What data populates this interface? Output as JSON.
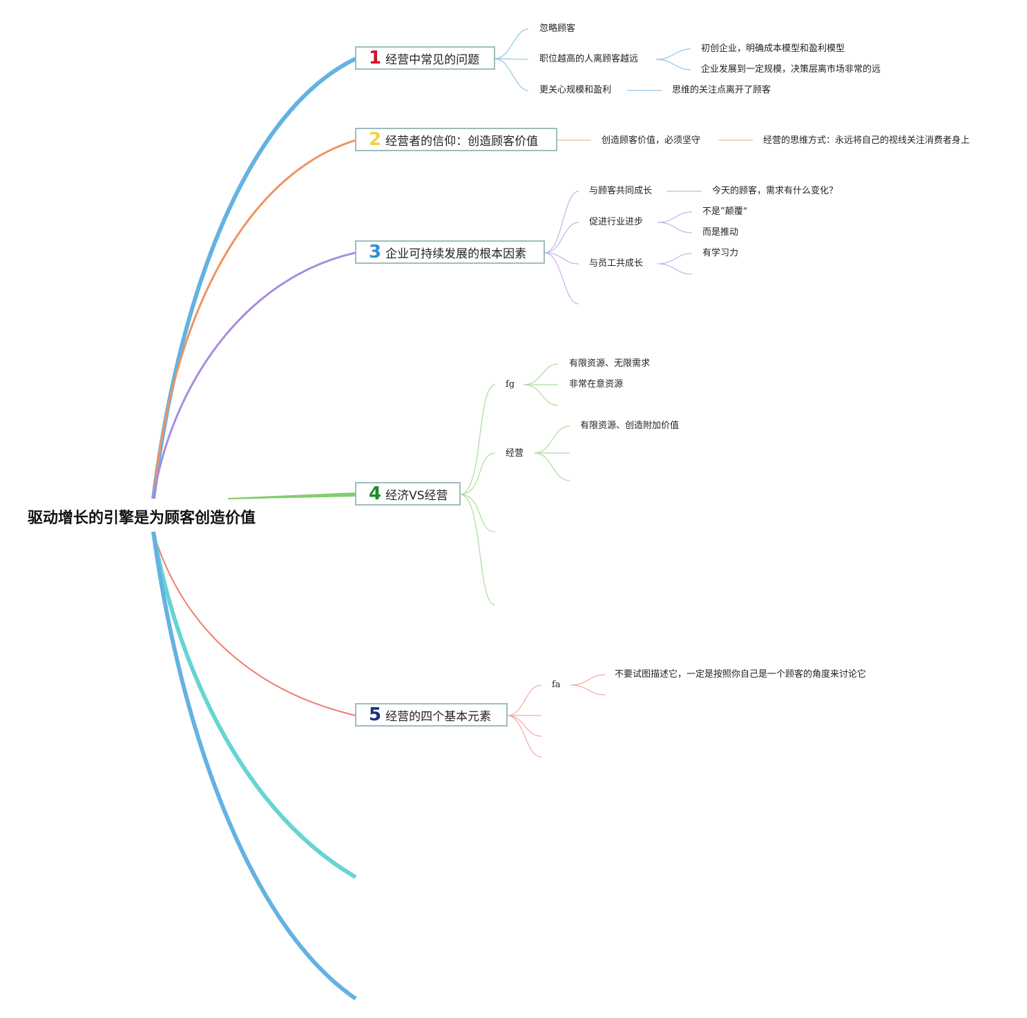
{
  "root": {
    "label": "驱动增长的引擎是为顾客创造价值"
  },
  "colors": {
    "t1": "#64b2e1",
    "t2": "#f0925f",
    "t3": "#a78be0",
    "t4": "#82cd6e",
    "t5": "#ee7b72",
    "t6": "#67d4d4",
    "t7": "#64b2e1"
  },
  "topics": [
    {
      "num": "1",
      "num_color": "#d0142c",
      "label": "经营中常见的问题",
      "children": [
        {
          "label": "忽略顾客"
        },
        {
          "label": "职位越高的人离顾客越远",
          "children": [
            {
              "label": "初创企业，明确成本模型和盈利模型"
            },
            {
              "label": "企业发展到一定规模，决策层离市场非常的远"
            }
          ]
        },
        {
          "label": "更关心规模和盈利",
          "children": [
            {
              "label": "思维的关注点离开了顾客"
            }
          ]
        }
      ]
    },
    {
      "num": "2",
      "num_color": "#f2d046",
      "label": "经营者的信仰：创造顾客价值",
      "children": [
        {
          "label": "创造顾客价值，必须坚守",
          "children": [
            {
              "label": "经营的思维方式：永远将自己的视线关注消费者身上"
            }
          ]
        }
      ]
    },
    {
      "num": "3",
      "num_color": "#2d8fd6",
      "label": "企业可持续发展的根本因素",
      "children": [
        {
          "label": "与顾客共同成长",
          "children": [
            {
              "label": "今天的顾客，需求有什么变化？"
            }
          ]
        },
        {
          "label": "促进行业进步",
          "children": [
            {
              "label": "不是”颠覆“"
            },
            {
              "label": "而是推动"
            }
          ]
        },
        {
          "label": "与员工共成长",
          "children": [
            {
              "label": "有学习力"
            }
          ]
        }
      ]
    },
    {
      "num": "4",
      "num_color": "#1f8a2c",
      "label": "经济VS经营",
      "children": [
        {
          "label": "fg",
          "children": [
            {
              "label": "有限资源、无限需求"
            },
            {
              "label": "非常在意资源"
            }
          ]
        },
        {
          "label": "经营",
          "children": [
            {
              "label": "有限资源、创造附加价值"
            }
          ]
        }
      ]
    },
    {
      "num": "5",
      "num_color": "#1a2f7a",
      "label": "经营的四个基本元素",
      "children": [
        {
          "label": "fa",
          "children": [
            {
              "label": "不要试图描述它，一定是按照你自己是一个顾客的角度来讨论它"
            }
          ]
        }
      ]
    }
  ]
}
